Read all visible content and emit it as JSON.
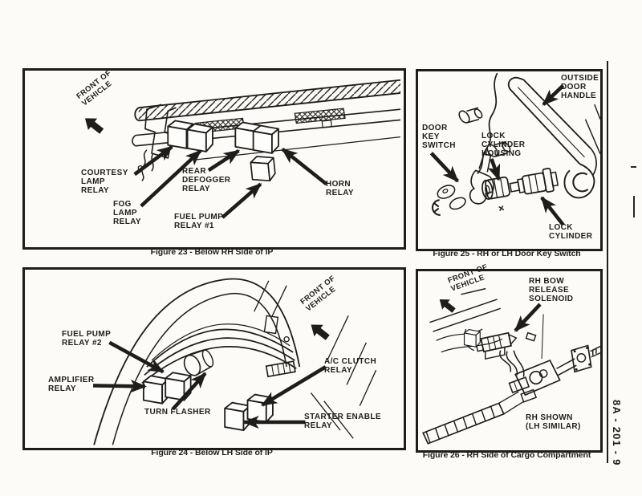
{
  "colors": {
    "ink": "#1f1d1b",
    "paper": "#fcfbf8"
  },
  "page": {
    "side_label": "8A - 201 - 9"
  },
  "figures": {
    "fig23": {
      "caption": "Figure 23 - Below RH Side of IP",
      "front_of_vehicle": "FRONT OF\nVEHICLE",
      "labels": {
        "courtesy": "COURTESY\nLAMP\nRELAY",
        "fog": "FOG\nLAMP\nRELAY",
        "defogger": "REAR\nDEFOGGER\nRELAY",
        "fuelpump1": "FUEL PUMP\nRELAY #1",
        "horn": "HORN\nRELAY"
      }
    },
    "fig25": {
      "caption": "Figure 25 - RH or LH Door Key Switch",
      "labels": {
        "outside_door_handle": "OUTSIDE\nDOOR\nHANDLE",
        "door_key_switch": "DOOR\nKEY\nSWITCH",
        "lock_cylinder_housing": "LOCK\nCYLINDER\nHOUSING",
        "lock_cylinder": "LOCK\nCYLINDER"
      }
    },
    "fig24": {
      "caption": "Figure 24 - Below LH Side of IP",
      "front_of_vehicle": "FRONT OF\nVEHICLE",
      "labels": {
        "fuelpump2": "FUEL PUMP\nRELAY #2",
        "amplifier": "AMPLIFIER\nRELAY",
        "turn_flasher": "TURN FLASHER",
        "ac_clutch": "A/C CLUTCH\nRELAY",
        "starter_enable": "STARTER ENABLE\nRELAY"
      }
    },
    "fig26": {
      "caption": "Figure 26 - RH Side of Cargo Compartment",
      "front_of_vehicle": "FRONT OF\nVEHICLE",
      "labels": {
        "rh_bow": "RH BOW\nRELEASE\nSOLENOID",
        "rh_shown": "RH SHOWN\n(LH SIMILAR)"
      }
    }
  }
}
